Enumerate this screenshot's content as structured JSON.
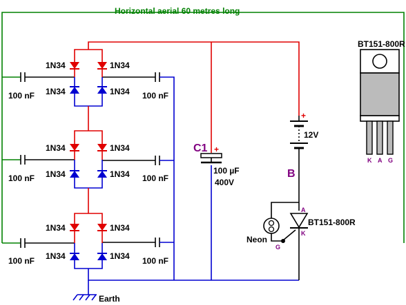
{
  "aerial_label": "Horizontal aerial 60 metres long",
  "diode_label": "1N34",
  "cap_label": "100 nF",
  "c1": {
    "name": "C1",
    "plus": "+",
    "value": "100 µF",
    "voltage": "400V"
  },
  "battery": {
    "plus": "+",
    "voltage": "12V"
  },
  "node_b": "B",
  "scr": {
    "name": "BT151-800R",
    "pin_a": "A",
    "pin_k": "K",
    "pin_g": "G"
  },
  "package": {
    "name": "BT151-800R",
    "pins": [
      "K",
      "A",
      "G"
    ]
  },
  "neon_label": "Neon",
  "earth_label": "Earth",
  "colors": {
    "aerial": "#008000",
    "positive": "#e00000",
    "negative": "#0000d0",
    "pin_label": "#800080"
  }
}
